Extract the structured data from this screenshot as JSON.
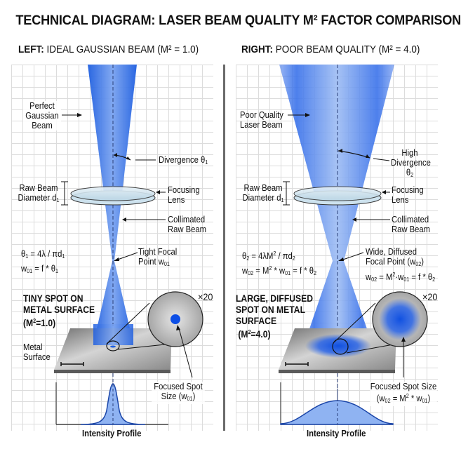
{
  "header": {
    "title": "TECHNICAL DIAGRAM: LASER BEAM QUALITY M² FACTOR COMPARISON",
    "left_prefix": "LEFT:",
    "left_text": "IDEAL GAUSSIAN BEAM (M² = 1.0)",
    "right_prefix": "RIGHT:",
    "right_text": "POOR BEAM QUALITY (M² = 4.0)"
  },
  "left_panel": {
    "beam_label_1": "Perfect",
    "beam_label_2": "Gaussian",
    "beam_label_3": "Beam",
    "divergence": "Divergence θ₁",
    "raw_beam_1": "Raw Beam",
    "raw_beam_2": "Diameter d₁",
    "lens_1": "Focusing",
    "lens_2": "Lens",
    "collimated_1": "Collimated",
    "collimated_2": "Raw Beam",
    "formula_1": "θ₁ = 4λ / πd₁",
    "formula_2": "w₀₁ = f * θ₁",
    "focal_1": "Tight Focal",
    "focal_2": "Point w₀₁",
    "spot_title_1": "TINY SPOT ON",
    "spot_title_2": "METAL SURFACE",
    "spot_title_3": "(M²=1.0)",
    "magnification": "×20",
    "metal_1": "Metal",
    "metal_2": "Surface",
    "spot_size_1": "Focused Spot",
    "spot_size_2": "Size (w₀₁)",
    "intensity": "Intensity Profile"
  },
  "right_panel": {
    "beam_label_1": "Poor Quality",
    "beam_label_2": "Laser Beam",
    "divergence_1": "High",
    "divergence_2": "Divergence",
    "divergence_3": "θ₂",
    "raw_beam_1": "Raw Beam",
    "raw_beam_2": "Diameter d₁",
    "lens_1": "Focusing",
    "lens_2": "Lens",
    "collimated_1": "Collimated",
    "collimated_2": "Raw Beam",
    "formula_1": "θ₂ = 4λM² / πd₂",
    "formula_2": "w₀₂ = M² * w₀₁ = f * θ₂",
    "focal_1": "Wide, Diffused",
    "focal_2": "Focal Point (w₀₂)",
    "focal_3": "w₀₂ = M²·w₀₁ = f * θ₂",
    "spot_title_1": "LARGE, DIFFUSED",
    "spot_title_2": "SPOT ON METAL",
    "spot_title_3": "SURFACE",
    "spot_title_4": "(M²=4.0)",
    "magnification": "×20",
    "spot_size_1": "Focused Spot Size",
    "spot_size_2": "(w₀₂ = M² * w₀₁)",
    "intensity": "Intensity Profile"
  },
  "colors": {
    "beam": "#1f5fe0",
    "beam_light": "#8fb3f2",
    "grid": "#dcdcdc",
    "divider": "#6b6b6b",
    "metal": "#a9a9a9"
  }
}
